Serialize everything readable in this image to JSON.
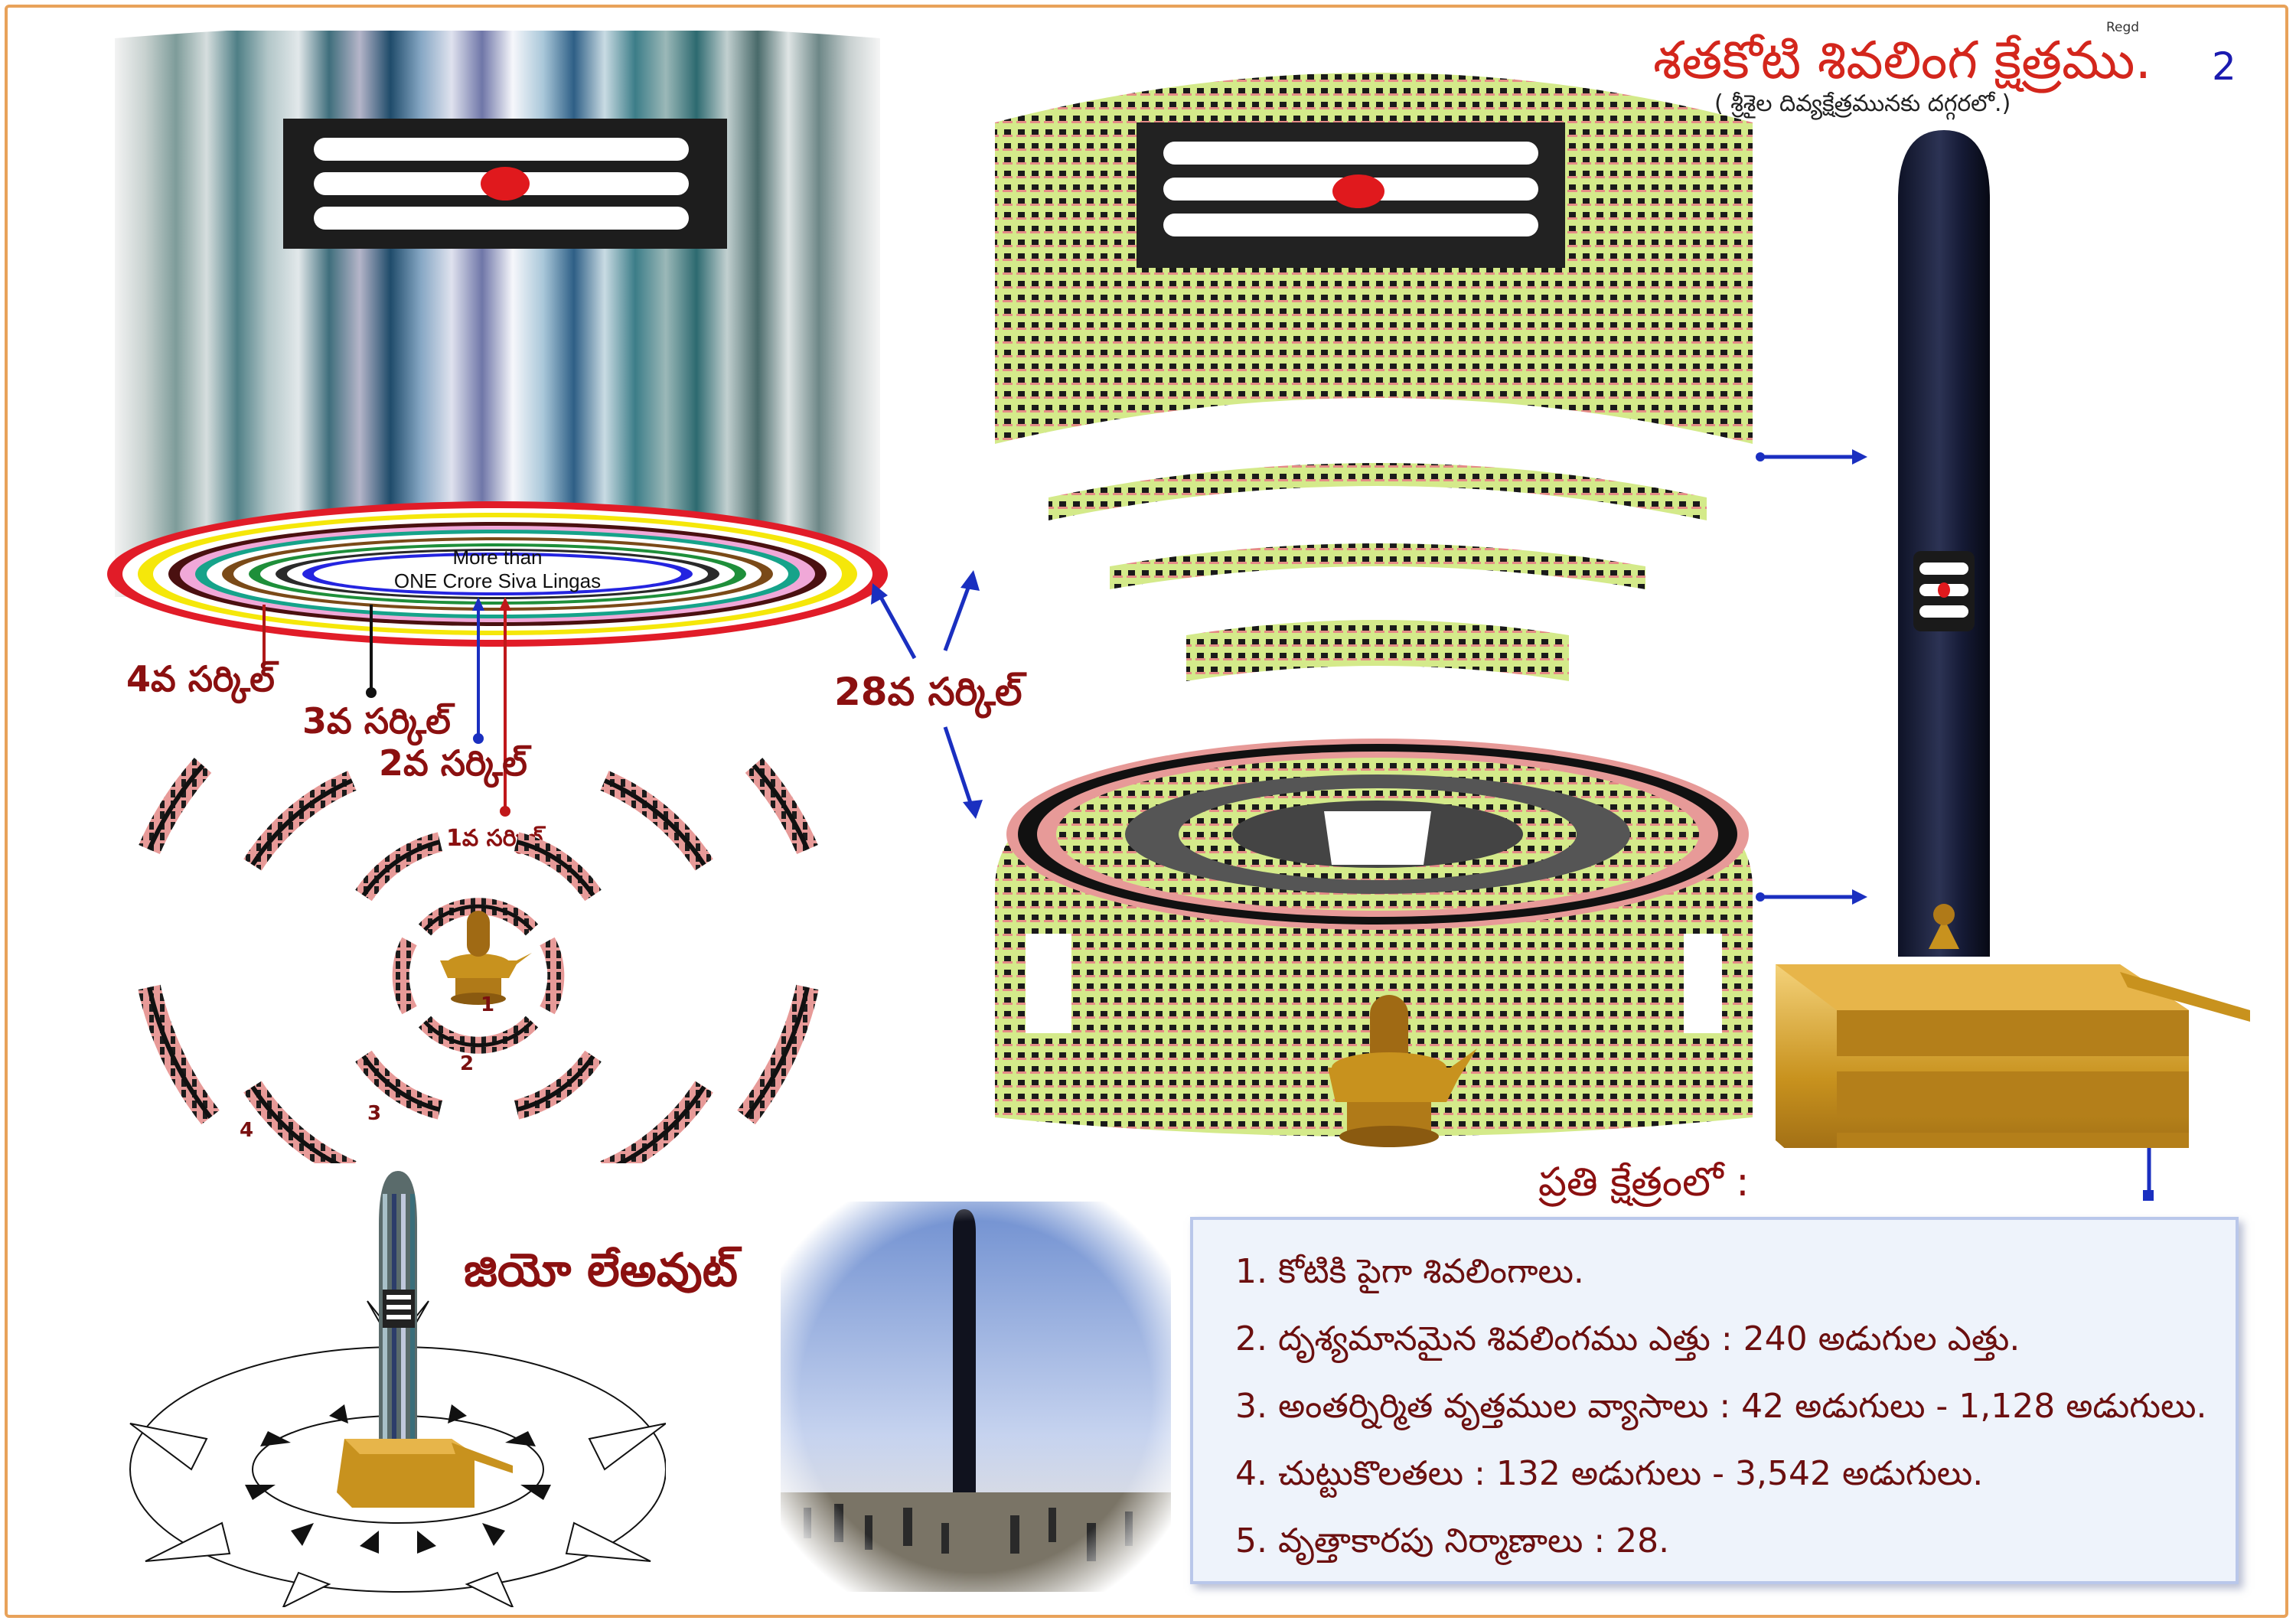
{
  "header": {
    "title": "శతకోటి శివలింగ క్షేత్రము.",
    "regd": "Regd",
    "page_number": "2",
    "subtitle": "( శ్రీశైల దివ్యక్షేత్రమునకు దగ్గరలో.)"
  },
  "ellipse_text": {
    "line1": "More than",
    "line2": "ONE Crore Siva Lingas"
  },
  "circle_labels": {
    "c4": "4వ సర్కిల్",
    "c3": "3వ సర్కిల్",
    "c2": "2వ సర్కిల్",
    "c1": "1వ సర్కిల్",
    "c28": "28వ సర్కిల్"
  },
  "ring_numbers": [
    "1",
    "2",
    "3",
    "4"
  ],
  "geo_layout_label": "జియో లేఅవుట్",
  "prati_label": "ప్రతి క్షేత్రంలో :",
  "info_items": [
    "1. కోటికి పైగా శివలింగాలు.",
    "2. దృశ్యమానమైన శివలింగము ఎత్తు : 240 అడుగుల ఎత్తు.",
    "3. అంతర్నిర్మిత వృత్తముల వ్యాసాలు : 42 అడుగులు - 1,128 అడుగులు.",
    "4. చుట్టుకొలతలు : 132 అడుగులు - 3,542 అడుగులు.",
    "5. వృత్తాకారపు నిర్మాణాలు : 28."
  ],
  "colors": {
    "title_red": "#d3261c",
    "label_maroon": "#8b1010",
    "arrow_blue": "#1a2fc0",
    "linga_dark": "#14182e",
    "gold": "#c8921e"
  }
}
